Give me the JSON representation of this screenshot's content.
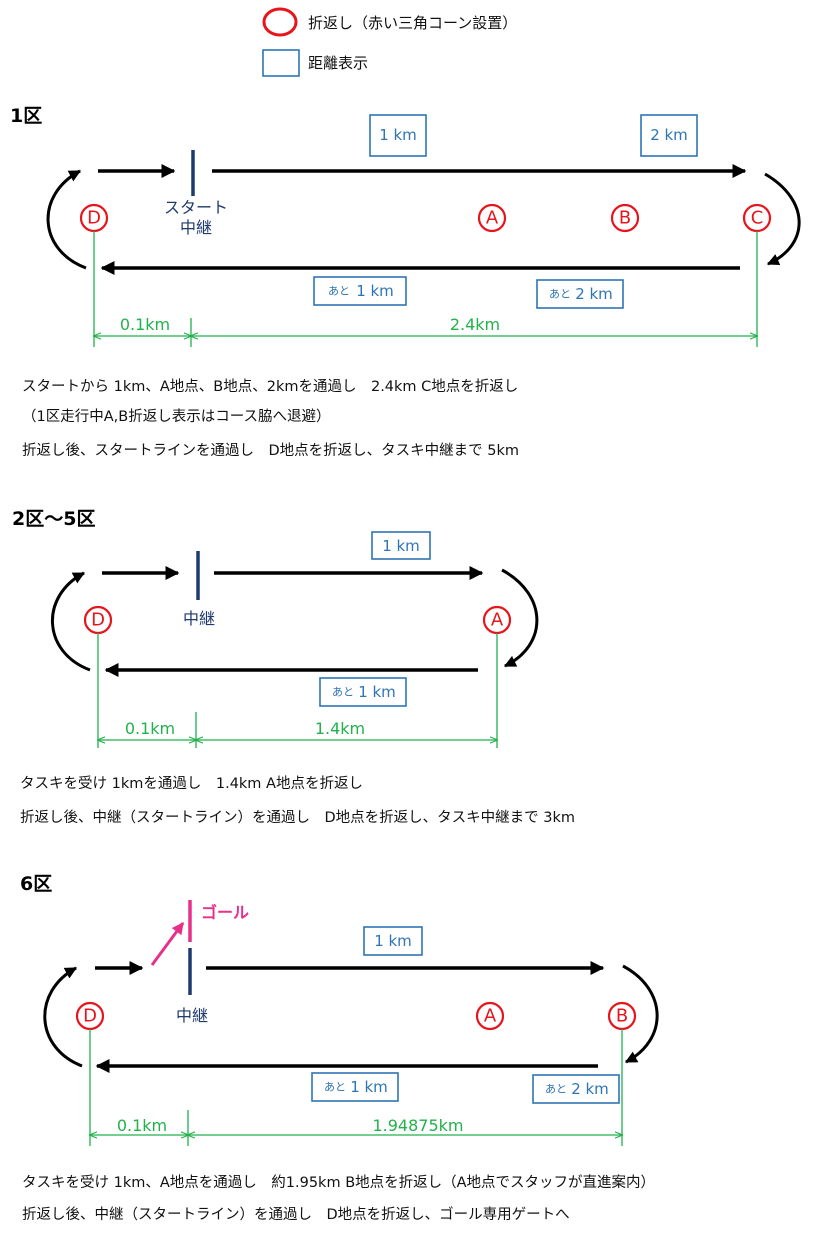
{
  "legend": {
    "cone": "折返し（赤い三角コーン設置）",
    "distance": "距離表示"
  },
  "sections": [
    {
      "title": "1区",
      "relay_label_1": "スタート",
      "relay_label_2": "中継",
      "points": [
        "D",
        "A",
        "B",
        "C"
      ],
      "markers_out": [
        "1 km",
        "2 km"
      ],
      "markers_back_prefix": [
        "あと",
        "あと"
      ],
      "markers_back": [
        "1 km",
        "2 km"
      ],
      "measure": [
        "0.1km",
        "2.4km"
      ],
      "desc": [
        "スタートから 1km、A地点、B地点、2kmを通過し　2.4km C地点を折返し",
        "（1区走行中A,B折返し表示はコース脇へ退避）",
        "折返し後、スタートラインを通過し　D地点を折返し、タスキ中継まで 5km"
      ]
    },
    {
      "title": "2区〜5区",
      "relay_label": "中継",
      "points": [
        "D",
        "A"
      ],
      "markers_out": [
        "1 km"
      ],
      "markers_back_prefix": [
        "あと"
      ],
      "markers_back": [
        "1 km"
      ],
      "measure": [
        "0.1km",
        "1.4km"
      ],
      "desc": [
        "タスキを受け 1kmを通過し　1.4km A地点を折返し",
        "折返し後、中継（スタートライン）を通過し　D地点を折返し、タスキ中継まで 3km"
      ]
    },
    {
      "title": "6区",
      "relay_label": "中継",
      "goal_label": "ゴール",
      "points": [
        "D",
        "A",
        "B"
      ],
      "markers_out": [
        "1 km"
      ],
      "markers_back_prefix": [
        "あと",
        "あと"
      ],
      "markers_back": [
        "1 km",
        "2 km"
      ],
      "measure": [
        "0.1km",
        "1.94875km"
      ],
      "desc": [
        "タスキを受け 1km、A地点を通過し　約1.95km B地点を折返し（A地点でスタッフが直進案内）",
        "折返し後、中継（スタートライン）を通過し　D地点を折返し、ゴール専用ゲートへ"
      ]
    }
  ],
  "colors": {
    "cone": "#e8141c",
    "distance": "#2e75b6",
    "relay": "#1f3a6e",
    "measure": "#21b24b",
    "goal": "#e8308a"
  }
}
